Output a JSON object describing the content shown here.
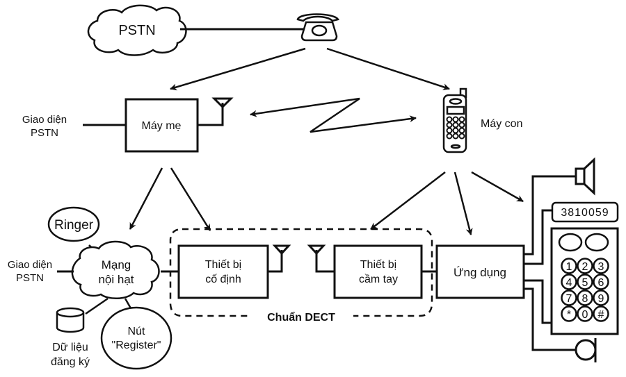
{
  "pstn_cloud": {
    "label": "PSTN"
  },
  "base_unit": {
    "label": "Máy mẹ",
    "interface_label_line1": "Giao diện",
    "interface_label_line2": "PSTN"
  },
  "handset": {
    "label": "Máy con"
  },
  "ringer": {
    "label": "Ringer"
  },
  "local_network": {
    "line1": "Mạng",
    "line2": "nội hạt",
    "interface_label_line1": "Giao diện",
    "interface_label_line2": "PSTN"
  },
  "database": {
    "line1": "Dữ liệu",
    "line2": "đăng ký"
  },
  "register_node": {
    "line1": "Nút",
    "line2": "\"Register\""
  },
  "fixed_device": {
    "line1": "Thiết bị",
    "line2": "cố định"
  },
  "portable_device": {
    "line1": "Thiết bị",
    "line2": "cầm tay"
  },
  "dect_group": {
    "label": "Chuẩn DECT"
  },
  "application": {
    "label": "Ứng dụng"
  },
  "display": {
    "number": "3810059"
  },
  "keypad": {
    "keys": [
      "1",
      "2",
      "3",
      "4",
      "5",
      "6",
      "7",
      "8",
      "9",
      "*",
      "0",
      "#"
    ]
  }
}
